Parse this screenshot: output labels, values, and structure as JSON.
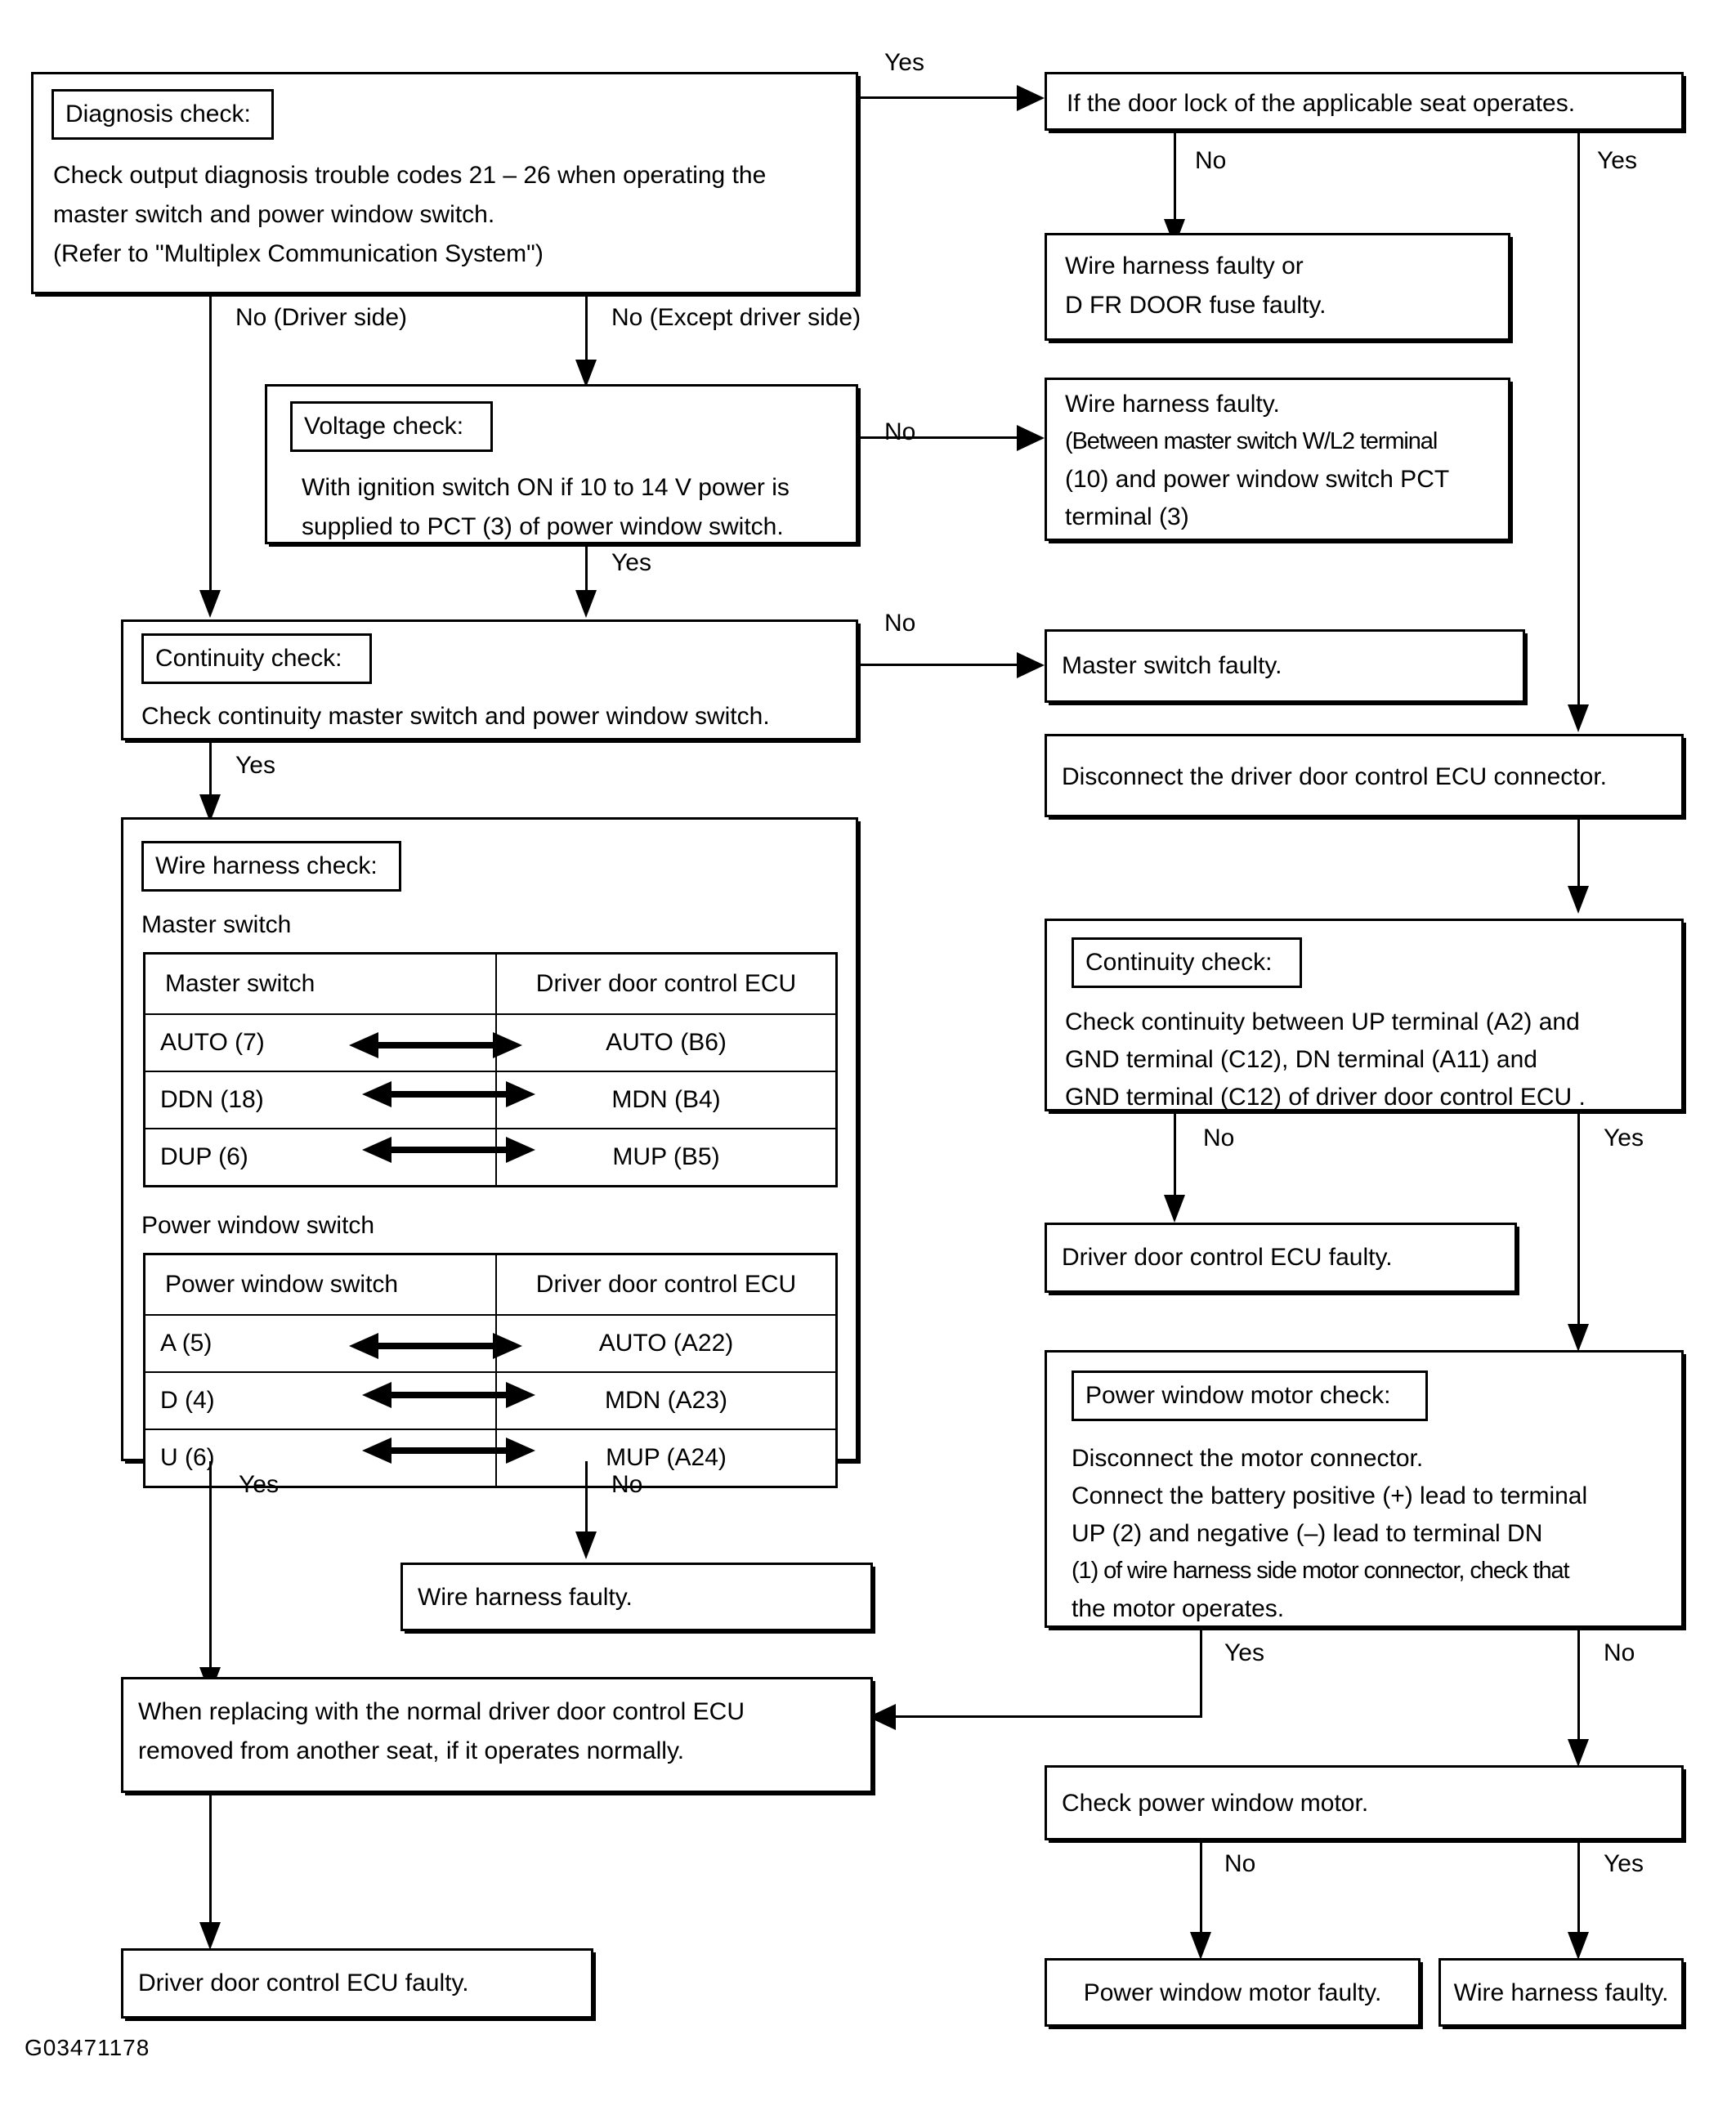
{
  "diagram": {
    "title": "Power window / door lock diagnostic flowchart",
    "reference_code": "G03471178",
    "nodes": {
      "diagnosis_check": {
        "tag": "Diagnosis check:",
        "line1": "Check output diagnosis trouble codes 21 – 26 when operating the",
        "line2": "master switch and power window switch.",
        "line3": "(Refer to \"Multiplex Communication System\")"
      },
      "door_lock_operates": {
        "text": "If the door lock of the applicable seat operates."
      },
      "wire_harness_or_fuse": {
        "line1": "Wire harness faulty or",
        "line2": "D FR DOOR fuse faulty."
      },
      "voltage_check": {
        "tag": "Voltage check:",
        "line1": "With ignition switch ON if 10 to 14 V power is",
        "line2": "supplied to PCT (3) of power window switch."
      },
      "wire_harness_faulty_between": {
        "line1": "Wire harness faulty.",
        "line2": "(Between master switch W/L2 terminal",
        "line3": "(10) and power window switch PCT",
        "line4": "terminal (3)"
      },
      "continuity_check_left": {
        "tag": "Continuity check:",
        "line1": "Check continuity master switch and power window switch."
      },
      "master_switch_faulty": {
        "text": "Master switch faulty."
      },
      "disconnect_ecu_connector": {
        "text": "Disconnect the driver door control ECU connector."
      },
      "wire_harness_check": {
        "tag": "Wire harness check:",
        "caption_master": "Master switch",
        "caption_power": "Power window switch"
      },
      "continuity_check_right": {
        "tag": "Continuity check:",
        "line1": "Check continuity between UP terminal (A2) and",
        "line2": "GND terminal (C12), DN terminal (A11) and",
        "line3": "GND terminal (C12) of driver door control ECU ."
      },
      "ecu_faulty_right": {
        "text": "Driver door control ECU faulty."
      },
      "power_window_motor_check": {
        "tag": "Power window motor check:",
        "line1": "Disconnect the motor connector.",
        "line2": "Connect the battery positive (+) lead to terminal",
        "line3": "UP (2) and negative (–) lead to terminal DN",
        "line4": "(1) of wire harness side motor connector, check that",
        "line5": "the motor operates."
      },
      "wire_harness_faulty_mid": {
        "text": "Wire harness faulty."
      },
      "when_replacing": {
        "line1": "When replacing with the normal driver door control ECU",
        "line2": "removed from another seat, if it operates normally."
      },
      "ecu_faulty_bottom": {
        "text": "Driver door control ECU faulty."
      },
      "check_power_window_motor": {
        "text": "Check power window motor."
      },
      "power_window_motor_faulty": {
        "text": "Power window motor faulty."
      },
      "wire_harness_faulty_bottom": {
        "text": "Wire harness faulty."
      }
    },
    "tables": {
      "master_switch": {
        "headers": [
          "Master switch",
          "Driver door control ECU"
        ],
        "rows": [
          [
            "AUTO (7)",
            "AUTO (B6)"
          ],
          [
            "DDN (18)",
            "MDN (B4)"
          ],
          [
            "DUP (6)",
            "MUP (B5)"
          ]
        ]
      },
      "power_window_switch": {
        "headers": [
          "Power window switch",
          "Driver door control ECU"
        ],
        "rows": [
          [
            "A (5)",
            "AUTO (A22)"
          ],
          [
            "D (4)",
            "MDN (A23)"
          ],
          [
            "U (6)",
            "MUP (A24)"
          ]
        ]
      }
    },
    "edge_labels": {
      "yes_top": "Yes",
      "no_driver_side": "No (Driver side)",
      "no_except_driver_side": "No (Except driver side)",
      "no_doorlock": "No",
      "yes_doorlock": "Yes",
      "no_voltage": "No",
      "yes_voltage": "Yes",
      "no_continuity_left": "No",
      "yes_continuity_left": "Yes",
      "no_continuity_right": "No",
      "yes_continuity_right": "Yes",
      "yes_wireharness": "Yes",
      "no_wireharness": "No",
      "yes_motor": "Yes",
      "no_motor": "No",
      "no_checkmotor": "No",
      "yes_checkmotor": "Yes"
    }
  }
}
